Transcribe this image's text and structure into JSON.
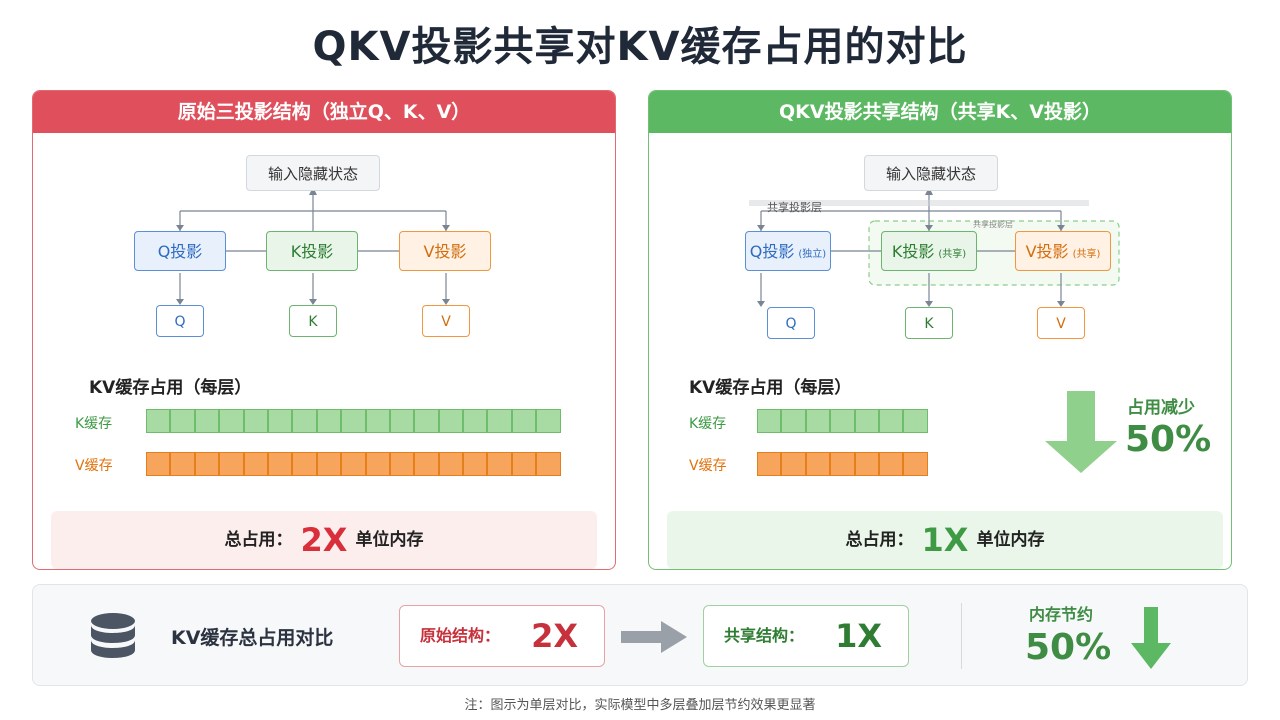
{
  "title": "QKV投影共享对KV缓存占用的对比",
  "left": {
    "header": "原始三投影结构（独立Q、K、V）",
    "input": "输入隐藏状态",
    "q_proj": "Q投影",
    "k_proj": "K投影",
    "v_proj": "V投影",
    "q_out": "Q",
    "k_out": "K",
    "v_out": "V",
    "cache_title": "KV缓存占用（每层）",
    "k_cache_label": "K缓存",
    "v_cache_label": "V缓存",
    "k_cache_cells": 17,
    "v_cache_cells": 17,
    "total_prefix": "总占用：",
    "total_value": "2X",
    "total_suffix": "单位内存"
  },
  "right": {
    "header": "QKV投影共享结构（共享K、V投影）",
    "input": "输入隐藏状态",
    "shared_layer_label": "共享投影层",
    "shared_small_label": "共享投影层",
    "q_proj": "Q投影",
    "q_note": "(独立)",
    "k_proj": "K投影",
    "k_note": "(共享)",
    "v_proj": "V投影",
    "v_note": "(共享)",
    "q_out": "Q",
    "k_out": "K",
    "v_out": "V",
    "cache_title": "KV缓存占用（每层）",
    "k_cache_label": "K缓存",
    "v_cache_label": "V缓存",
    "k_cache_cells": 7,
    "v_cache_cells": 7,
    "reduce_label": "占用减少",
    "reduce_value": "50%",
    "total_prefix": "总占用：",
    "total_value": "1X",
    "total_suffix": "单位内存"
  },
  "bottom": {
    "title": "KV缓存总占用对比",
    "orig_label": "原始结构：",
    "orig_value": "2X",
    "share_label": "共享结构：",
    "share_value": "1X",
    "save_label": "内存节约",
    "save_value": "50%"
  },
  "note": "注：图示为单层对比，实际模型中多层叠加层节约效果更显著",
  "colors": {
    "red": "#e0505c",
    "green": "#5cb862",
    "blue": "#5b8fd6",
    "orange": "#f0973f"
  }
}
